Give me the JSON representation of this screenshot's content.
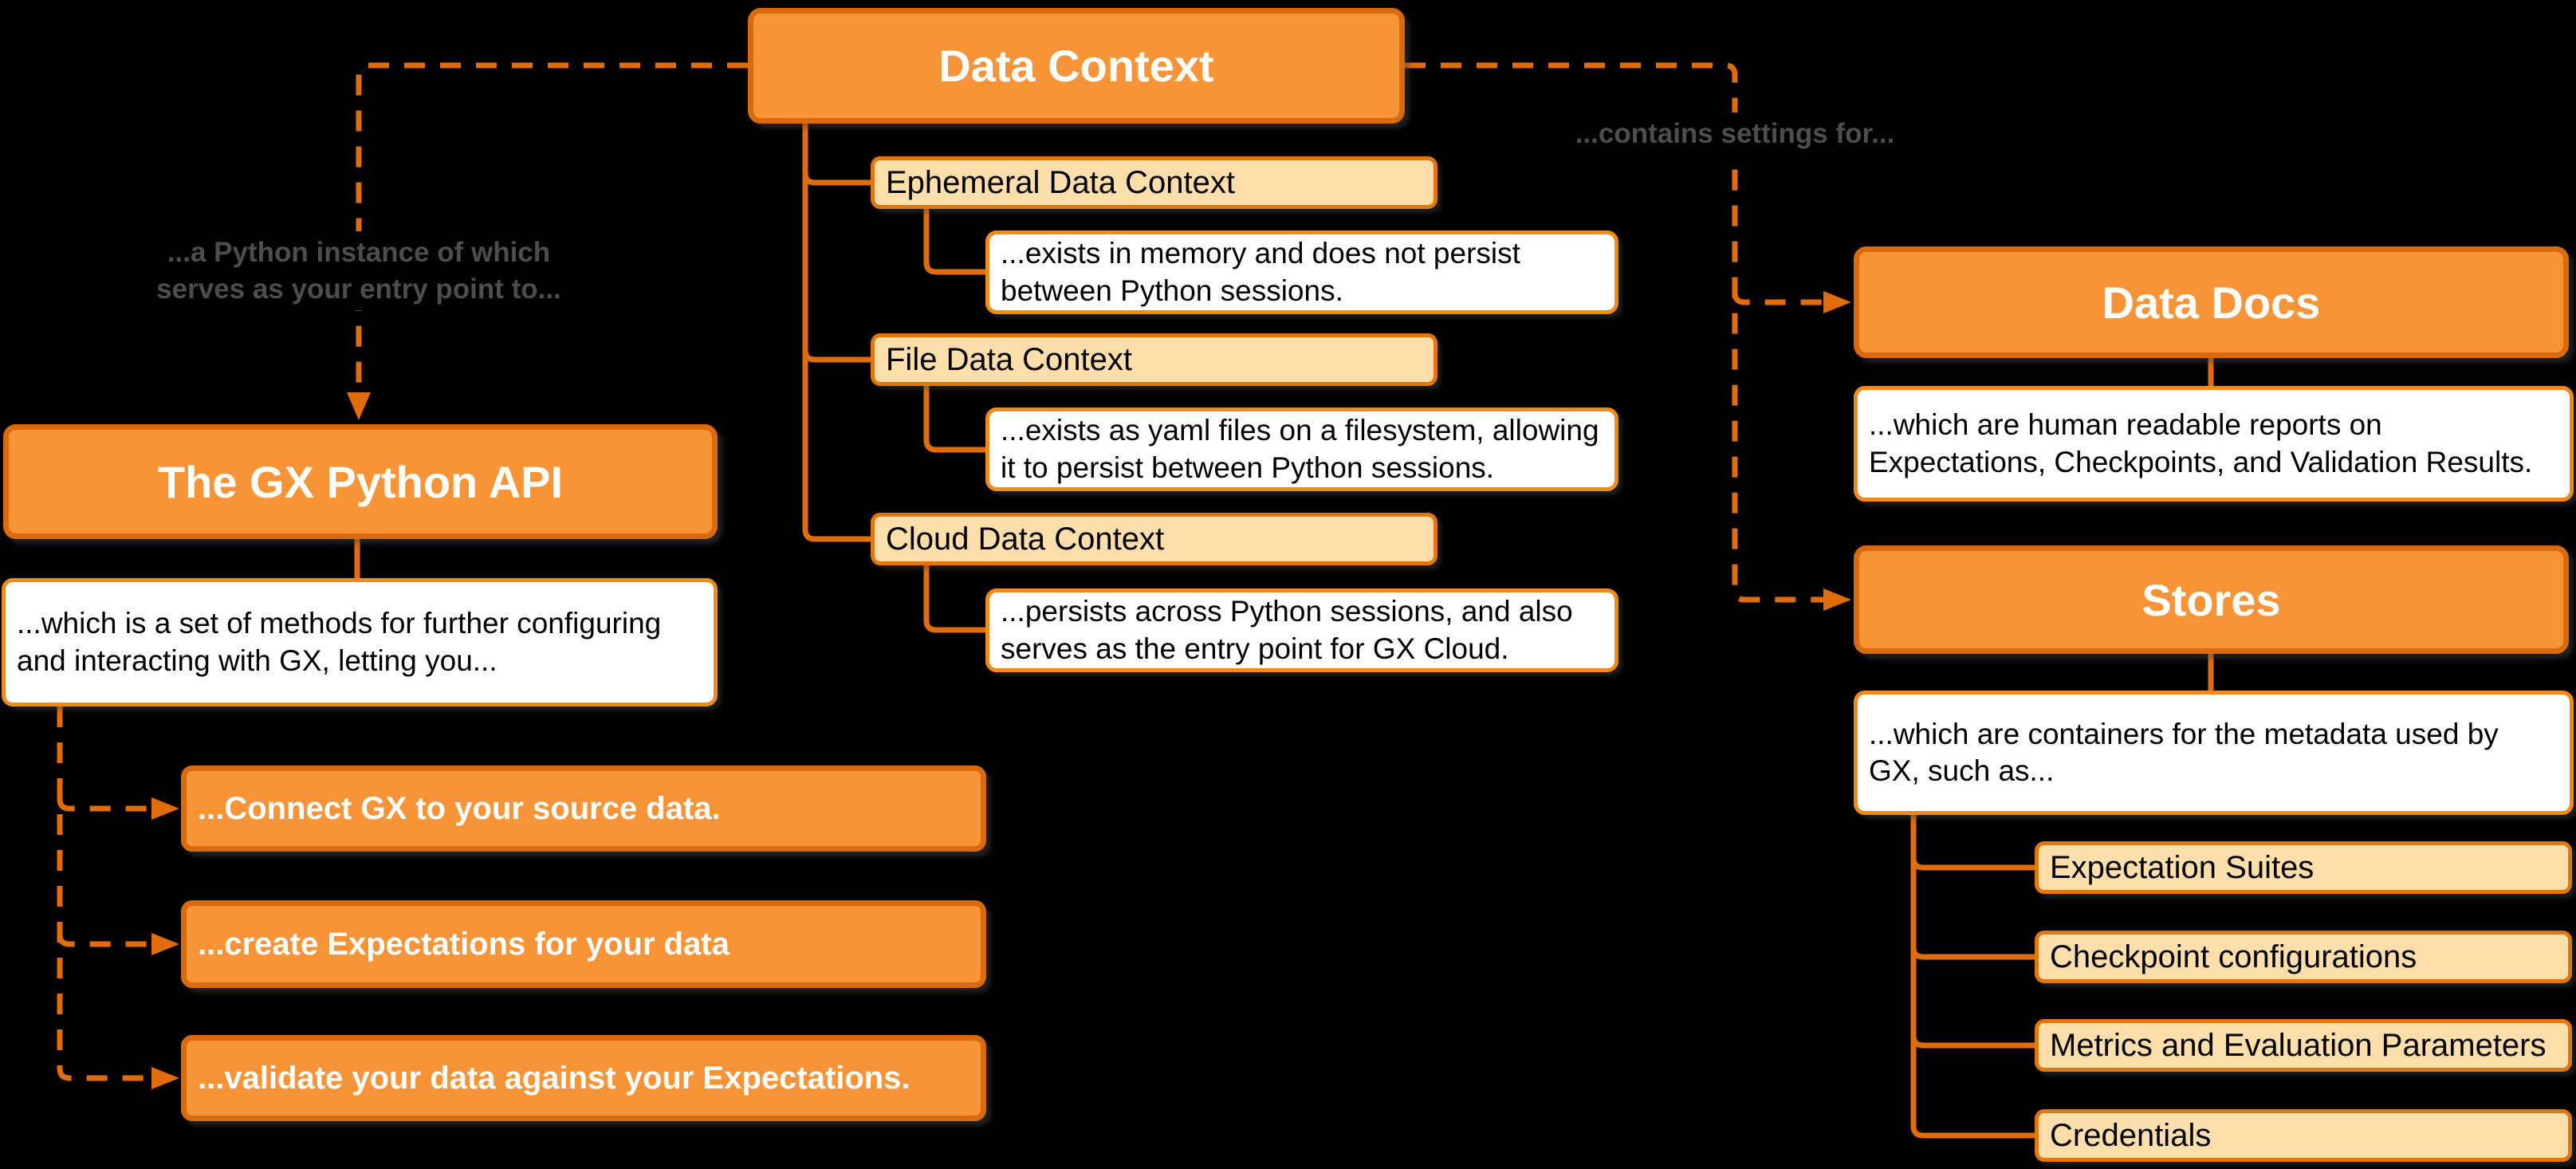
{
  "diagram_title": "Great Expectations Data Context concept map",
  "colors": {
    "background": "#000000",
    "node_orange_fill": "#F79438",
    "node_orange_border": "#D96A0E",
    "node_cream_fill": "#FCDEAA",
    "node_cream_border": "#E2770D",
    "note_white_fill": "#FFFFFF",
    "note_white_border": "#F18A1C",
    "wire_orange": "#E06C0A",
    "edge_label_gray": "#4D4D4D",
    "title_text": "#FFFFFF",
    "body_text": "#000000"
  },
  "nodes": {
    "data_context": "Data Context",
    "ephemeral": "Ephemeral Data Context",
    "ephemeral_note": "...exists in memory and does not persist\nbetween Python sessions.",
    "file": "File Data Context",
    "file_note": "...exists as yaml files on a filesystem, allowing\nit to persist between Python sessions.",
    "cloud": "Cloud Data Context",
    "cloud_note": "...persists across Python sessions, and also\nserves as the entry point for GX Cloud.",
    "gx_api": "The GX Python API",
    "gx_api_note": "...which is a set of methods for further configuring\nand interacting with GX, letting you...",
    "connect": "...Connect GX to your source data.",
    "create": "...create Expectations for your data",
    "validate": "...validate your data against your Expectations.",
    "data_docs": "Data Docs",
    "data_docs_note": "...which are human readable reports on\nExpectations, Checkpoints, and Validation Results.",
    "stores": "Stores",
    "stores_note": "...which are containers for the metadata used by\nGX, such as...",
    "expectation_suites": "Expectation Suites",
    "checkpoint_configurations": "Checkpoint configurations",
    "metrics": "Metrics and Evaluation Parameters",
    "credentials": "Credentials"
  },
  "edge_labels": {
    "python_instance": "...a Python instance of which\nserves as your entry point to...",
    "contains_settings": "...contains settings for..."
  }
}
